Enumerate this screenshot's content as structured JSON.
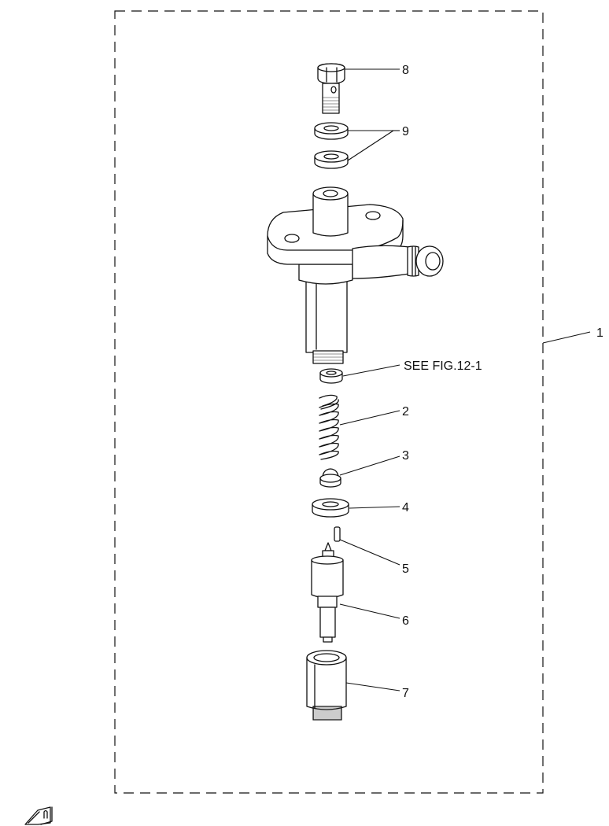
{
  "callouts": {
    "p8": "8",
    "p9": "9",
    "see_fig": "SEE FIG.12-1",
    "p2": "2",
    "p3": "3",
    "p4": "4",
    "p5": "5",
    "p6": "6",
    "p7": "7",
    "p1": "1"
  },
  "colors": {
    "ink": "#111111",
    "background": "#ffffff"
  },
  "icons": {
    "corner_logo": "manual-book-icon"
  }
}
